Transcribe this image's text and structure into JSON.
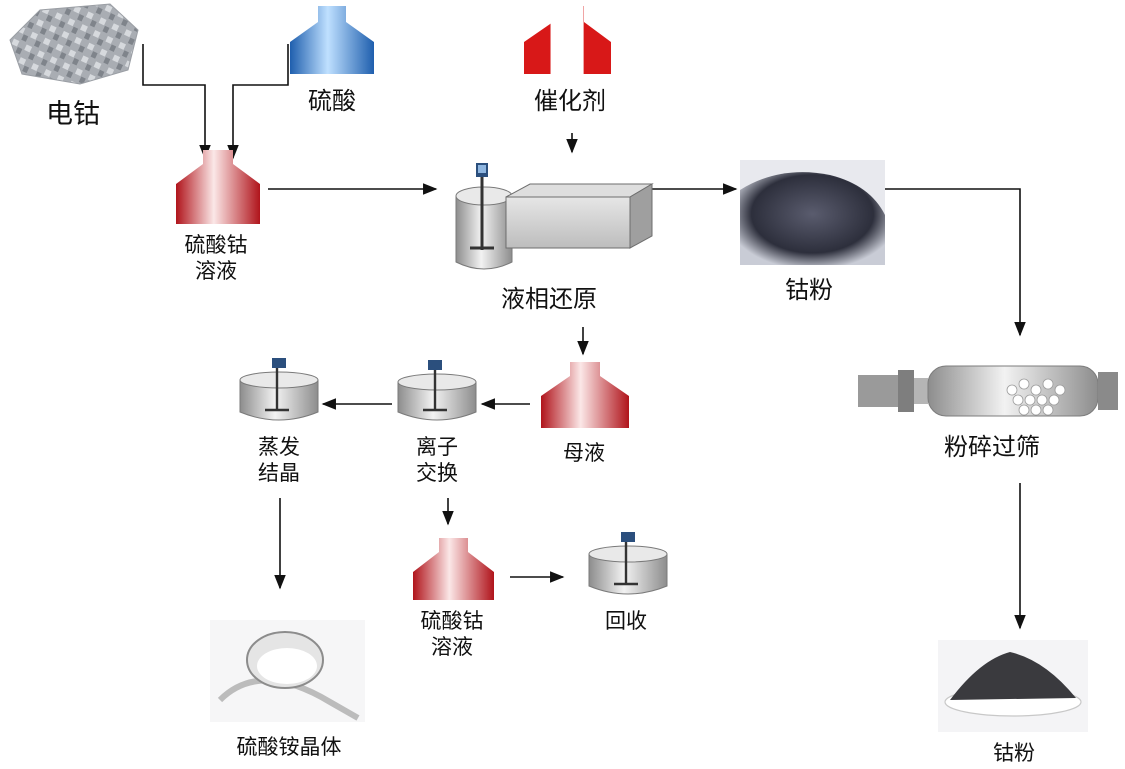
{
  "nodes": {
    "cobalt_metal": "电钴",
    "sulfuric_acid": "硫酸",
    "catalyst": "催化剂",
    "cobalt_sulfate_solution": "硫酸钴\n溶液",
    "liquid_phase_reduction": "液相还原",
    "cobalt_powder": "钴粉",
    "crush_sieve": "粉碎过筛",
    "cobalt_powder_final": "钴粉",
    "mother_liquor": "母液",
    "ion_exchange": "离子\n交换",
    "evaporation_crystallization": "蒸发\n结晶",
    "cobalt_sulfate_solution_2": "硫酸钴\n溶液",
    "recovery": "回收",
    "ammonium_sulfate_crystal": "硫酸铵晶体"
  },
  "colors": {
    "acid_tank_blue": "#3a7fcf",
    "tank_red": "#c9262c",
    "tank_gray": "#a8a8a8",
    "arrow": "#111111"
  },
  "icons": {
    "cobalt_metal": "metal-flakes-icon",
    "sulfuric_acid": "blue-tank-icon",
    "catalyst": "red-white-tank-icon",
    "cobalt_sulfate_solution": "red-tank-icon",
    "liquid_phase_reduction": "reactor-with-stirrer-icon",
    "cobalt_powder": "powder-pile-icon",
    "crush_sieve": "ball-mill-icon",
    "cobalt_powder_final": "powder-dish-icon",
    "mother_liquor": "red-tank-icon",
    "ion_exchange": "stirred-vessel-icon",
    "evaporation_crystallization": "stirred-vessel-icon",
    "recovery": "stirred-vessel-icon",
    "ammonium_sulfate_crystal": "spoon-crystals-icon"
  }
}
